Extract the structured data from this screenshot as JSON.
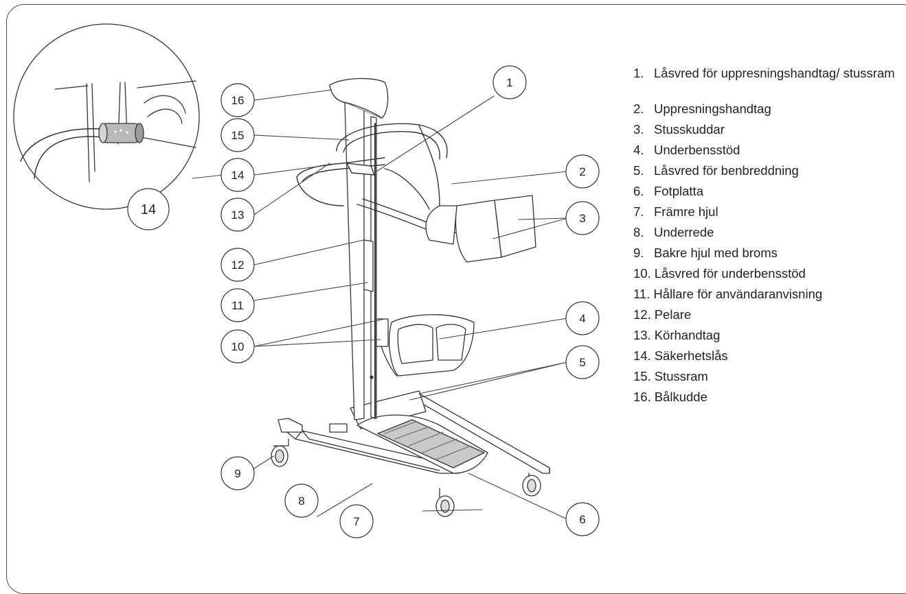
{
  "callouts": [
    "1",
    "2",
    "3",
    "4",
    "5",
    "6",
    "7",
    "8",
    "9",
    "10",
    "11",
    "12",
    "13",
    "14",
    "15",
    "16"
  ],
  "inset_callout": "14",
  "legend": [
    {
      "num": "1.",
      "text": "Låsvred för uppresningshandtag/ stussram"
    },
    {
      "num": "2.",
      "text": "Uppresningshandtag"
    },
    {
      "num": "3.",
      "text": "Stusskuddar"
    },
    {
      "num": "4.",
      "text": "Underbensstöd"
    },
    {
      "num": "5.",
      "text": "Låsvred för benbreddning"
    },
    {
      "num": "6.",
      "text": "Fotplatta"
    },
    {
      "num": "7.",
      "text": "Främre hjul"
    },
    {
      "num": "8.",
      "text": "Underrede"
    },
    {
      "num": "9.",
      "text": "Bakre hjul med broms"
    },
    {
      "num": "10.",
      "text": "Låsvred för underbensstöd"
    },
    {
      "num": "11.",
      "text": "Hållare för användaranvisning"
    },
    {
      "num": "12.",
      "text": "Pelare"
    },
    {
      "num": "13.",
      "text": "Körhandtag"
    },
    {
      "num": "14.",
      "text": "Säkerhetslås"
    },
    {
      "num": "15.",
      "text": "Stussram"
    },
    {
      "num": "16.",
      "text": "Bålkudde"
    }
  ]
}
